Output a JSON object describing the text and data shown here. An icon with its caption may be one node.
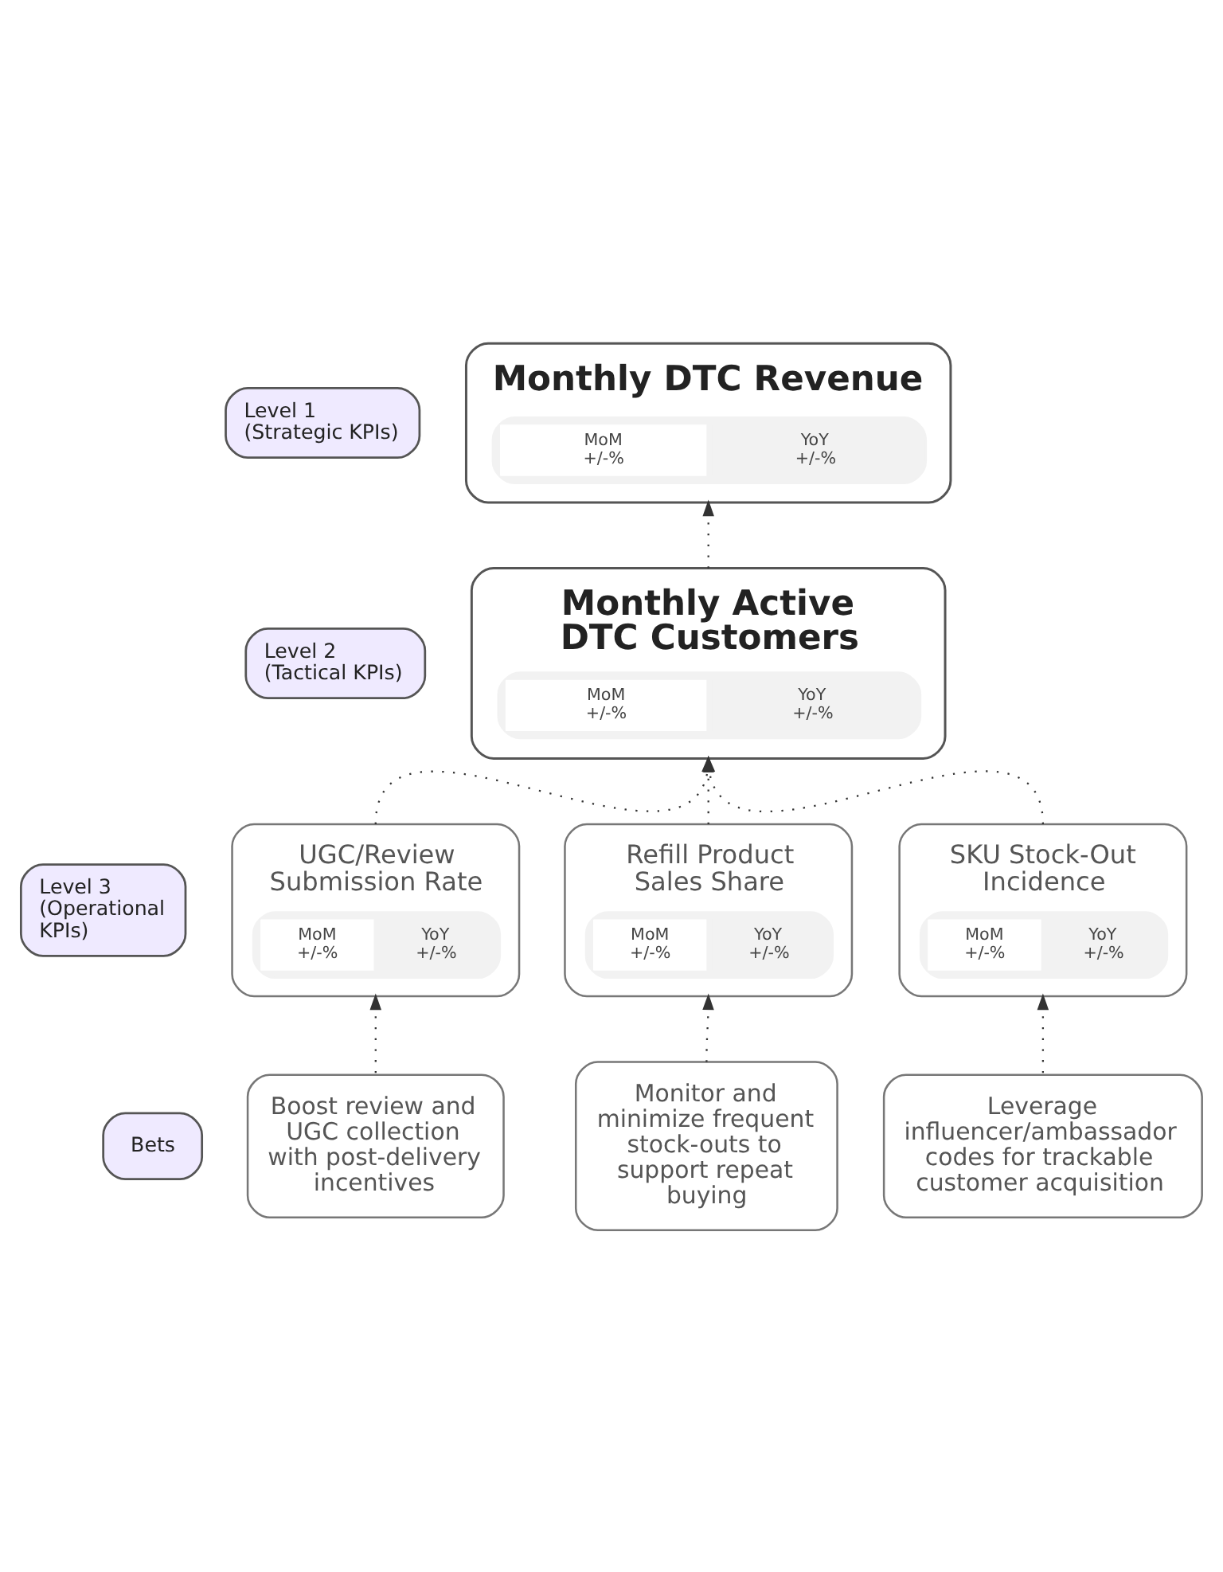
{
  "diagram": {
    "nodes": [
      {
        "text": [
          "Level 1 (Strategic KPIs)"
        ]
      },
      {
        "text": [
          "Monthly DTC Revenue",
          "MoM",
          "+/-%",
          "YoY",
          "+/-%"
        ]
      },
      {
        "text": [
          "Level 2 (Tactical KPIs)"
        ]
      },
      {
        "text": [
          "Monthly Active DTC Customers",
          "MoM",
          "+/-%",
          "YoY",
          "+/-%"
        ]
      },
      {
        "text": [
          "Level 3 (Operational KPIs)"
        ]
      },
      {
        "text": [
          "UGC/Review Submission Rate",
          "MoM",
          "+/-%",
          "YoY",
          "+/-%"
        ]
      },
      {
        "text": [
          "Refill Product Sales Share",
          "MoM",
          "+/-%",
          "YoY",
          "+/-%"
        ]
      },
      {
        "text": [
          "SKU Stock-Out Incidence",
          "MoM",
          "+/-%",
          "YoY",
          "+/-%"
        ]
      },
      {
        "text": [
          "Bets"
        ]
      },
      {
        "text": [
          "Boost review and UGC collection with post-delivery incentives"
        ]
      },
      {
        "text": [
          "Monitor and minimize frequent stock-outs to support repeat buying"
        ]
      },
      {
        "text": [
          "Leverage influencer/ambassador codes for trackable customer acquisition"
        ]
      }
    ],
    "edges": [
      {
        "from": 3,
        "to": 1,
        "arrow": "to",
        "style": "dashed"
      },
      {
        "from": 5,
        "to": 3,
        "arrow": "to",
        "style": "dashed"
      },
      {
        "from": 6,
        "to": 3,
        "arrow": "to",
        "style": "dashed"
      },
      {
        "from": 7,
        "to": 3,
        "arrow": "to",
        "style": "dashed"
      },
      {
        "from": 9,
        "to": 5,
        "arrow": "to",
        "style": "dashed"
      },
      {
        "from": 10,
        "to": 6,
        "arrow": "to",
        "style": "dashed"
      },
      {
        "from": 11,
        "to": 7,
        "arrow": "to",
        "style": "dashed"
      }
    ]
  }
}
